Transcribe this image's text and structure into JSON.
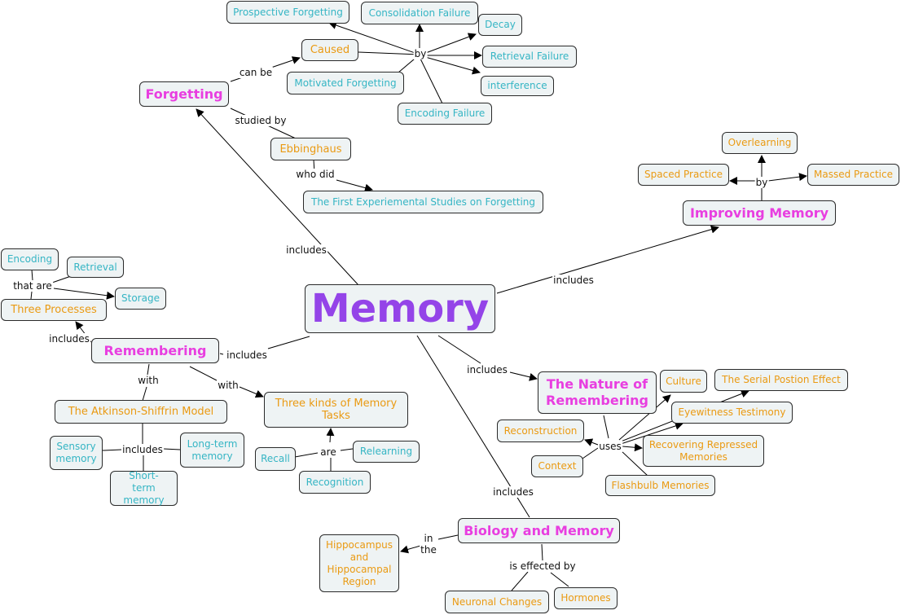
{
  "nodes": {
    "memory": "Memory",
    "forgetting": "Forgetting",
    "caused": "Caused",
    "prospective_forgetting": "Prospective Forgetting",
    "consolidation_failure": "Consolidation Failure",
    "decay": "Decay",
    "retrieval_failure": "Retrieval Failure",
    "interference": "interference",
    "motivated_forgetting": "Motivated Forgetting",
    "encoding_failure": "Encoding Failure",
    "ebbinghaus": "Ebbinghaus",
    "first_studies": "The First Experiemental Studies on Forgetting",
    "overlearning": "Overlearning",
    "spaced_practice": "Spaced Practice",
    "massed_practice": "Massed Practice",
    "improving_memory": "Improving Memory",
    "encoding": "Encoding",
    "retrieval": "Retrieval",
    "storage": "Storage",
    "three_processes": "Three Processes",
    "remembering": "Remembering",
    "atkinson_shiffrin": "The Atkinson-Shiffrin Model",
    "three_kinds": "Three kinds of Memory Tasks",
    "sensory_memory": "Sensory memory",
    "long_term_memory": "Long-term memory",
    "short_term_memory": "Short-term memory",
    "recall": "Recall",
    "relearning": "Relearning",
    "recognition": "Recognition",
    "nature_of_remembering": "The Nature of Remembering",
    "culture": "Culture",
    "serial_position": "The Serial Postion Effect",
    "eyewitness": "Eyewitness Testimony",
    "reconstruction": "Reconstruction",
    "recovering_repressed": "Recovering Repressed Memories",
    "context": "Context",
    "flashbulb": "Flashbulb Memories",
    "biology_memory": "Biology and Memory",
    "hippocampus": "Hippocampus and Hippocampal Region",
    "neuronal_changes": "Neuronal Changes",
    "hormones": "Hormones"
  },
  "labels": {
    "can_be": "can be",
    "by_forgetting": "by",
    "studied_by": "studied by",
    "who_did": "who did",
    "includes_forgetting": "includes",
    "includes_improving": "includes",
    "by_improving": "by",
    "that_are": "that are",
    "includes_three_processes": "includes",
    "includes_remembering": "includes",
    "with_model": "with",
    "with_tasks": "with",
    "includes_model": "includes",
    "are_tasks": "are",
    "includes_nature": "includes",
    "uses": "uses",
    "includes_biology": "includes",
    "in_the": "in\nthe",
    "is_effected_by": "is effected by"
  }
}
